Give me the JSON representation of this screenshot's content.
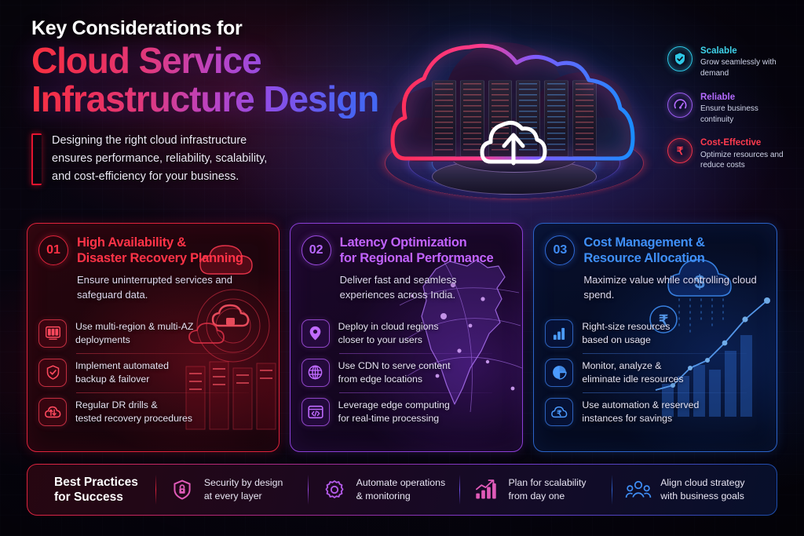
{
  "header": {
    "kicker": "Key Considerations for",
    "title_line1": "Cloud Service",
    "title_line2": "Infrastructure Design",
    "lede": "Designing the right cloud infrastructure ensures performance, reliability, scalability, and cost-efficiency for your business.",
    "accent_start": "#f8303f",
    "accent_mid": "#b744c8",
    "accent_end": "#3b6ff5"
  },
  "hologram": {
    "icon": "cloud-upload-icon",
    "label": "cloud-datacenter-hologram"
  },
  "badges": [
    {
      "icon": "shield-check-icon",
      "title": "Scalable",
      "desc": "Grow seamlessly with demand",
      "color": "#3fd3ea"
    },
    {
      "icon": "gauge-icon",
      "title": "Reliable",
      "desc": "Ensure business continuity",
      "color": "#b46bff"
    },
    {
      "icon": "rupee-icon",
      "title": "Cost-Effective",
      "desc": "Optimize resources and reduce costs",
      "color": "#ff3b4e"
    }
  ],
  "cards": [
    {
      "number": "01",
      "title_line1": "High Availability &",
      "title_line2": "Disaster Recovery Planning",
      "subtitle": "Ensure uninterrupted services and safeguard data.",
      "color": "#ff3347",
      "border": "#e0233c",
      "art": "cloud-lock-servers-art",
      "bullets": [
        {
          "icon": "server-rack-icon",
          "line1": "Use multi-region & multi-AZ",
          "line2": "deployments"
        },
        {
          "icon": "shield-check-icon",
          "line1": "Implement automated",
          "line2": "backup & failover"
        },
        {
          "icon": "cloud-sync-icon",
          "line1": "Regular DR drills &",
          "line2": "tested recovery procedures"
        }
      ]
    },
    {
      "number": "02",
      "title_line1": "Latency Optimization",
      "title_line2": "for Regional Performance",
      "subtitle": "Deliver fast and seamless experiences across India.",
      "color": "#c263ff",
      "border": "#8b3fd6",
      "art": "india-network-map-art",
      "bullets": [
        {
          "icon": "map-pin-icon",
          "line1": "Deploy in cloud regions",
          "line2": "closer to your users"
        },
        {
          "icon": "globe-icon",
          "line1": "Use CDN to serve content",
          "line2": "from edge locations"
        },
        {
          "icon": "code-window-icon",
          "line1": "Leverage edge computing",
          "line2": "for real-time processing"
        }
      ]
    },
    {
      "number": "03",
      "title_line1": "Cost Management &",
      "title_line2": "Resource Allocation",
      "subtitle": "Maximize value while controlling cloud spend.",
      "color": "#3f8ff7",
      "border": "#2b63c9",
      "art": "dollar-cloud-growth-chart-art",
      "bullets": [
        {
          "icon": "bar-chart-icon",
          "line1": "Right-size resources",
          "line2": "based on usage"
        },
        {
          "icon": "pie-chart-icon",
          "line1": "Monitor, analyze &",
          "line2": "eliminate idle resources"
        },
        {
          "icon": "cloud-rupee-icon",
          "line1": "Use automation & reserved",
          "line2": "instances for savings"
        }
      ]
    }
  ],
  "footer": {
    "title_line1": "Best Practices",
    "title_line2": "for Success",
    "items": [
      {
        "icon": "shield-lock-icon",
        "line1": "Security by design",
        "line2": "at every layer",
        "color": "#e05ab8"
      },
      {
        "icon": "gear-icon",
        "line1": "Automate operations",
        "line2": "& monitoring",
        "color": "#b35ae8"
      },
      {
        "icon": "growth-chart-icon",
        "line1": "Plan for scalability",
        "line2": "from day one",
        "color": "#e05ab8"
      },
      {
        "icon": "people-icon",
        "line1": "Align cloud strategy",
        "line2": "with business goals",
        "color": "#3f8ff7"
      }
    ]
  }
}
